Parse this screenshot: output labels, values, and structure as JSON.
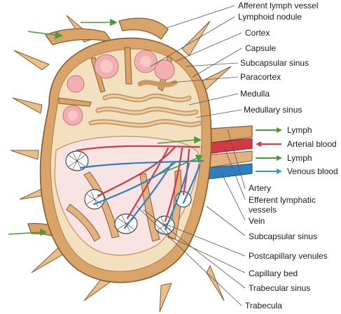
{
  "labels": {
    "afferent_lymph_vessel": "Afferent lymph vessel",
    "lymphoid_nodule": "Lymphoid nodule",
    "cortex": "Cortex",
    "capsule": "Capsule",
    "subcapsular_sinus_top": "Subcapsular sinus",
    "paracortex": "Paracortex",
    "medulla": "Medulla",
    "medullary_sinus": "Medullary sinus",
    "artery": "Artery",
    "efferent_lymphatic_vessels": [
      "Efferent lymphatic",
      "vessels"
    ],
    "vein": "Vein",
    "subcapsular_sinus_bottom": "Subcapsular sinus",
    "postcapillary_venules": "Postcapillary venules",
    "capillary_bed": "Capillary bed",
    "trabecular_sinus": "Trabecular sinus",
    "trabecula": "Trabecula"
  },
  "legend": {
    "lymph_in": "Lymph",
    "arterial_blood": "Arterial blood",
    "lymph_out": "Lymph",
    "venous_blood": "Venous blood"
  },
  "colors": {
    "capsule": "#d9a46a",
    "capsule_edge": "#8a5a2b",
    "cortex": "#f3e0bf",
    "nodule": "#f2aeb0",
    "nodule_core": "#f7c9c6",
    "medulla_cord": "#e9c39a",
    "artery": "#d23a46",
    "vein": "#2f7fc0",
    "lymph_arrow": "#4a9a3c",
    "inner_sinus": "#f8e4e2"
  }
}
